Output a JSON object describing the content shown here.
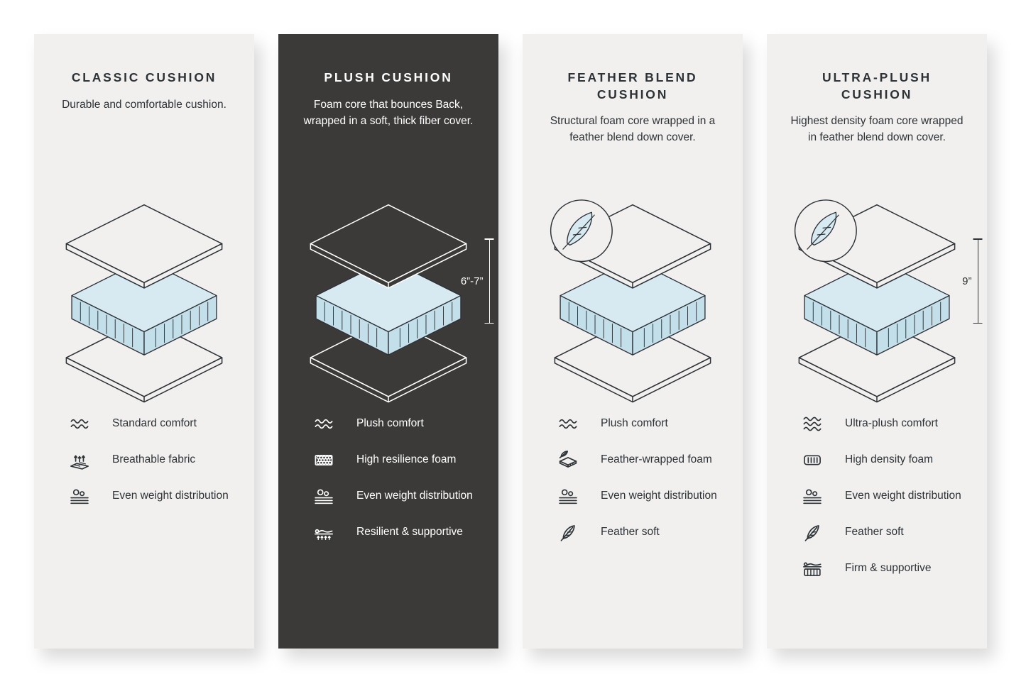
{
  "colors": {
    "light_card_bg": "#f1f0ee",
    "dark_card_bg": "#3b3a38",
    "ink": "#2d3237",
    "foam_top": "#d7e9f1",
    "foam_side": "#c3dfe9"
  },
  "cards": [
    {
      "title": "CLASSIC CUSHION",
      "description": "Durable and comfortable cushion.",
      "theme": "light",
      "feather_badge": false,
      "dimension_label": "",
      "features": [
        {
          "icon": "waves-icon",
          "label": "Standard comfort"
        },
        {
          "icon": "breathable-fabric-icon",
          "label": "Breathable fabric"
        },
        {
          "icon": "even-weight-icon",
          "label": "Even weight distribution"
        }
      ]
    },
    {
      "title": "PLUSH CUSHION",
      "description": "Foam core that bounces Back, wrapped in a soft, thick fiber cover.",
      "theme": "dark",
      "feather_badge": false,
      "dimension_label": "6”-7”",
      "features": [
        {
          "icon": "waves-icon",
          "label": "Plush comfort"
        },
        {
          "icon": "resilience-foam-icon",
          "label": "High resilience foam"
        },
        {
          "icon": "even-weight-icon",
          "label": "Even weight distribution"
        },
        {
          "icon": "resilient-supportive-icon",
          "label": "Resilient & supportive"
        }
      ]
    },
    {
      "title": "FEATHER BLEND CUSHION",
      "description": "Structural foam core wrapped in a feather blend down cover.",
      "theme": "light",
      "feather_badge": true,
      "dimension_label": "",
      "features": [
        {
          "icon": "waves-icon",
          "label": "Plush comfort"
        },
        {
          "icon": "feather-wrapped-foam-icon",
          "label": "Feather-wrapped foam"
        },
        {
          "icon": "even-weight-icon",
          "label": "Even weight distribution"
        },
        {
          "icon": "feather-icon",
          "label": "Feather soft"
        }
      ]
    },
    {
      "title": "ULTRA-PLUSH CUSHION",
      "description": "Highest density foam core wrapped in feather blend down cover.",
      "theme": "light",
      "feather_badge": true,
      "dimension_label": "9”",
      "features": [
        {
          "icon": "triple-waves-icon",
          "label": "Ultra-plush comfort"
        },
        {
          "icon": "high-density-foam-icon",
          "label": "High density foam"
        },
        {
          "icon": "even-weight-icon",
          "label": "Even weight distribution"
        },
        {
          "icon": "feather-icon",
          "label": "Feather soft"
        },
        {
          "icon": "firm-supportive-icon",
          "label": "Firm & supportive"
        }
      ]
    }
  ]
}
